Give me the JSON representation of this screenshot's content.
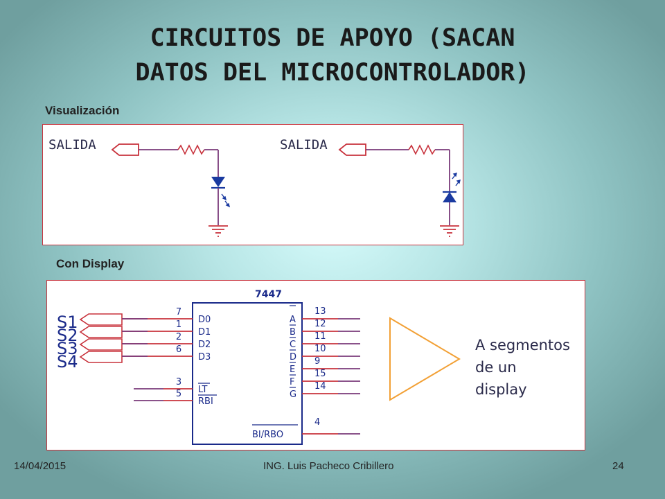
{
  "slide": {
    "title_line1": "CIRCUITOS DE APOYO (SACAN",
    "title_line2": "DATOS DEL MICROCONTROLADOR)",
    "section1_label": "Visualización",
    "section2_label": "Con Display"
  },
  "visualizacion": {
    "left_circuit_label": "SALIDA",
    "right_circuit_label": "SALIDA"
  },
  "display_circuit": {
    "chip_name": "7447",
    "inputs": [
      "S1",
      "S2",
      "S3",
      "S4"
    ],
    "left_pins": [
      {
        "num": "7",
        "name": "D0"
      },
      {
        "num": "1",
        "name": "D1"
      },
      {
        "num": "2",
        "name": "D2"
      },
      {
        "num": "6",
        "name": "D3"
      },
      {
        "num": "3",
        "name": "LT"
      },
      {
        "num": "5",
        "name": "RBI"
      }
    ],
    "right_pins": [
      {
        "num": "13",
        "name": "A"
      },
      {
        "num": "12",
        "name": "B"
      },
      {
        "num": "11",
        "name": "C"
      },
      {
        "num": "10",
        "name": "D"
      },
      {
        "num": "9",
        "name": "E"
      },
      {
        "num": "15",
        "name": "F"
      },
      {
        "num": "14",
        "name": "G"
      },
      {
        "num": "4",
        "name": "BI/RBO"
      }
    ],
    "note_line1": "A segmentos",
    "note_line2": "de un",
    "note_line3": "display"
  },
  "footer": {
    "date": "14/04/2015",
    "author": "ING. Luis Pacheco Cribillero",
    "page": "24"
  },
  "colors": {
    "wire_red": "#c8323c",
    "wire_purple": "#7a3a7a",
    "chip_blue": "#1a2a8a",
    "triangle_orange": "#f2a035",
    "led_blue": "#1a3aa0"
  }
}
